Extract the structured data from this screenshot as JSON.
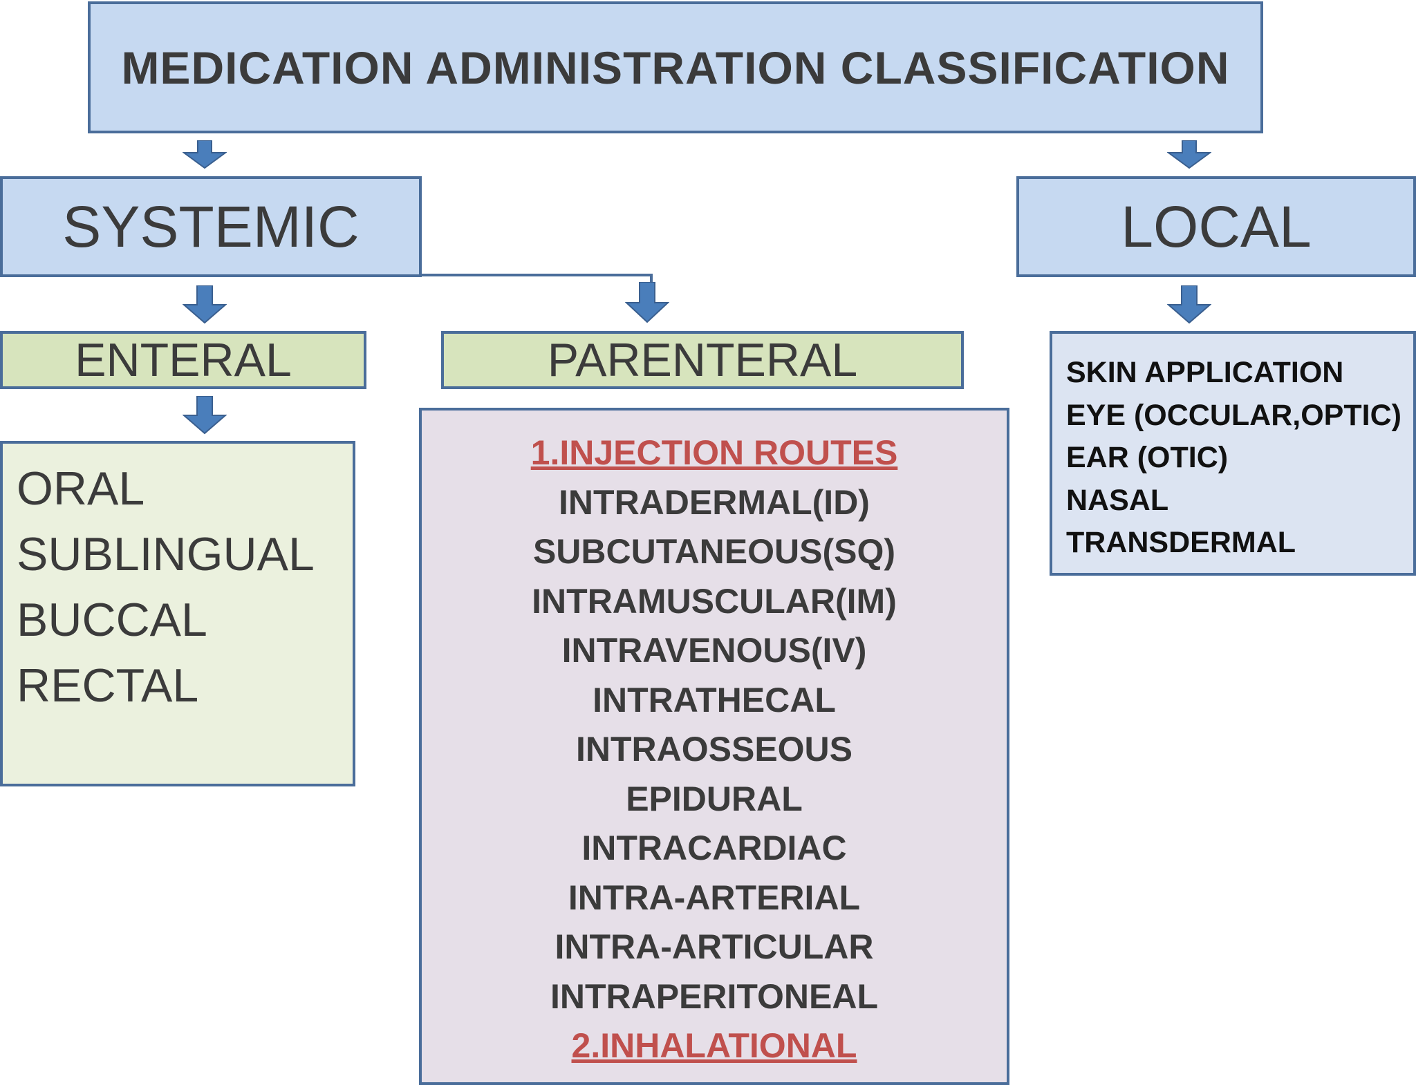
{
  "title": "MEDICATION ADMINISTRATION CLASSIFICATION",
  "systemic": {
    "label": "SYSTEMIC",
    "enteral": {
      "label": "ENTERAL",
      "items": [
        "ORAL",
        "SUBLINGUAL",
        "BUCCAL",
        "RECTAL"
      ]
    },
    "parenteral": {
      "label": "PARENTERAL",
      "injection_heading": "1.INJECTION ROUTES",
      "injection_items": [
        "INTRADERMAL(ID)",
        "SUBCUTANEOUS(SQ)",
        "INTRAMUSCULAR(IM)",
        "INTRAVENOUS(IV)",
        "INTRATHECAL",
        "INTRAOSSEOUS",
        "EPIDURAL",
        "INTRACARDIAC",
        "INTRA-ARTERIAL",
        "INTRA-ARTICULAR",
        "INTRAPERITONEAL"
      ],
      "inhalational_heading": "2.INHALATIONAL"
    }
  },
  "local": {
    "label": "LOCAL",
    "items": [
      "SKIN APPLICATION",
      "EYE (OCCULAR,OPTIC)",
      "EAR (OTIC)",
      "NASAL",
      "TRANSDERMAL"
    ]
  },
  "colors": {
    "border": "#4a6d9a",
    "arrow": "#4a7ebb",
    "title_fill": "#c6d9f1",
    "enteral_header_fill": "#d7e4bd",
    "enteral_list_fill": "#ebf1de",
    "parenteral_list_fill": "#e6dfe8",
    "local_list_fill": "#dce4f2",
    "heading_red": "#c0504d"
  }
}
